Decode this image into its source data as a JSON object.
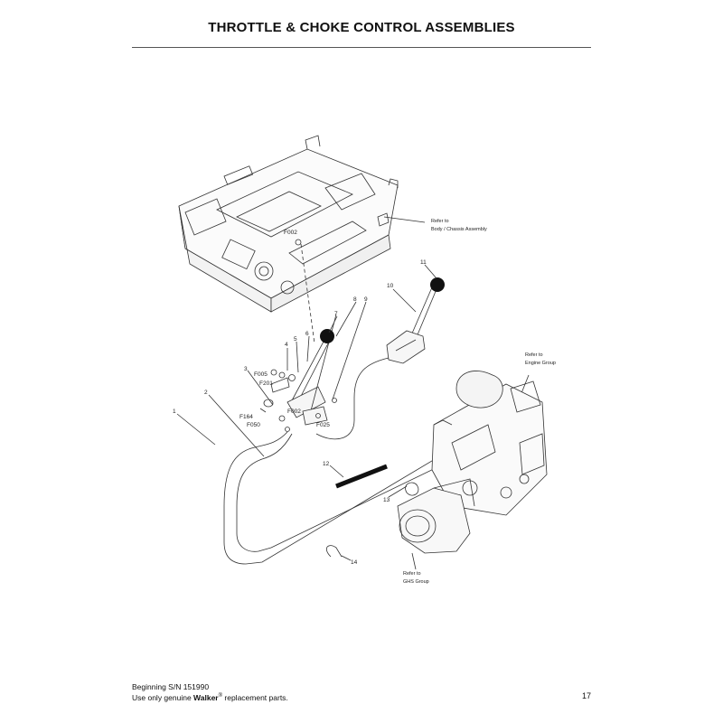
{
  "header": {
    "title": "THROTTLE & CHOKE CONTROL ASSEMBLIES"
  },
  "diagram": {
    "callouts": [
      "1",
      "2",
      "3",
      "4",
      "5",
      "6",
      "7",
      "8",
      "9",
      "10",
      "11",
      "12",
      "13",
      "14"
    ],
    "fasteners": [
      "F002",
      "F005",
      "F201",
      "F164",
      "F050",
      "F002",
      "F025"
    ],
    "references": {
      "chassis": [
        "Refer to",
        "Body / Chassis Assembly"
      ],
      "engine": [
        "Refer to",
        "Engine Group"
      ],
      "ghs": [
        "Refer to",
        "GHS Group"
      ]
    }
  },
  "footer": {
    "serial": "Beginning S/N 151990",
    "note_prefix": "Use only genuine ",
    "brand": "Walker",
    "registered": "®",
    "note_suffix": " replacement parts.",
    "page_number": "17"
  }
}
